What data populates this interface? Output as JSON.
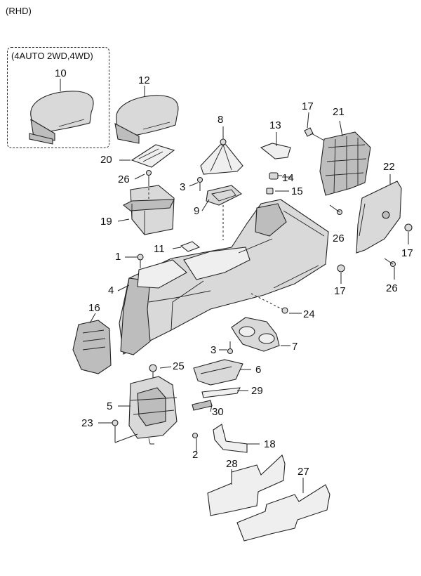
{
  "header": {
    "variant": "(RHD)"
  },
  "callout_box": {
    "label": "(4AUTO 2WD,4WD)"
  },
  "part_numbers": {
    "p1": "1",
    "p2": "2",
    "p3a": "3",
    "p3b": "3",
    "p4": "4",
    "p5": "5",
    "p6": "6",
    "p7": "7",
    "p8": "8",
    "p9": "9",
    "p10": "10",
    "p11": "11",
    "p12": "12",
    "p13": "13",
    "p14": "14",
    "p15": "15",
    "p16": "16",
    "p17a": "17",
    "p17b": "17",
    "p17c": "17",
    "p18": "18",
    "p19": "19",
    "p20": "20",
    "p21": "21",
    "p22": "22",
    "p23": "23",
    "p24": "24",
    "p25": "25",
    "p26a": "26",
    "p26b": "26",
    "p26c": "26",
    "p27": "27",
    "p28": "28",
    "p29": "29",
    "p30": "30"
  },
  "colors": {
    "line": "#222222",
    "fill": "#d9d9d9",
    "shade": "#bdbdbd",
    "background": "#ffffff"
  }
}
